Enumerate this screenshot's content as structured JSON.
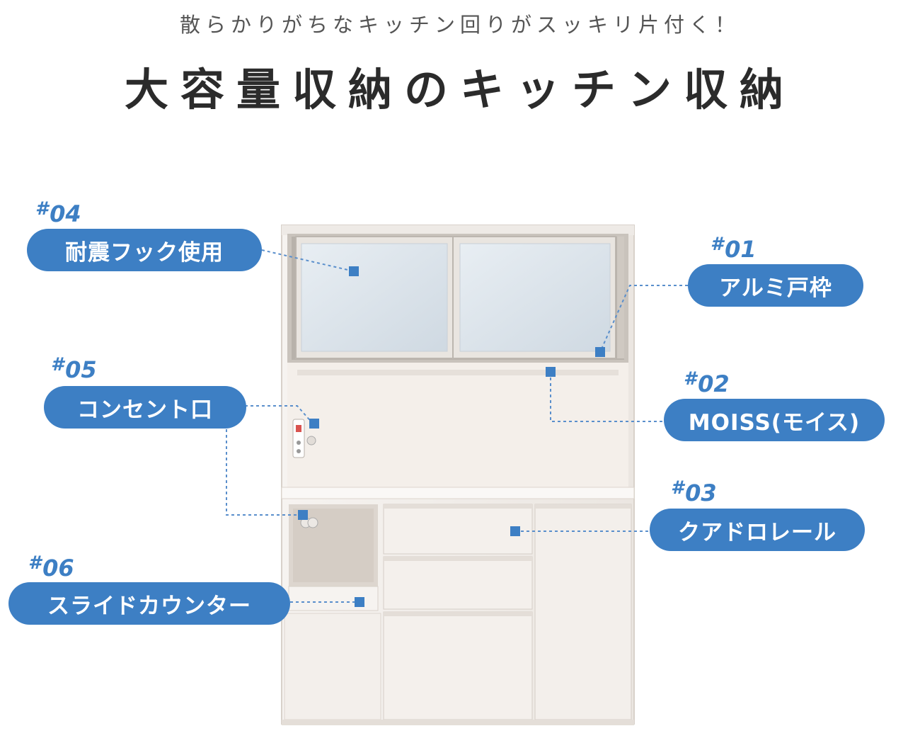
{
  "header": {
    "subtitle": "散らかりがちなキッチン回りがスッキリ片付く！",
    "title": "大容量収納のキッチン収納"
  },
  "colors": {
    "accent": "#3d7fc4",
    "dot_line": "#5a8fcc",
    "cabinet_body": "#f2eeea",
    "cabinet_shade": "#ddd6cf",
    "glass": "#dde5ec",
    "aluminum_frame": "#c9c3bc"
  },
  "callouts": [
    {
      "id": "04",
      "hash": "#",
      "number": "04",
      "label": "耐震フック使用"
    },
    {
      "id": "01",
      "hash": "#",
      "number": "01",
      "label": "アルミ戸枠"
    },
    {
      "id": "05",
      "hash": "#",
      "number": "05",
      "label": "コンセント口"
    },
    {
      "id": "02",
      "hash": "#",
      "number": "02",
      "label": "MOISS(モイス)"
    },
    {
      "id": "03",
      "hash": "#",
      "number": "03",
      "label": "クアドロレール"
    },
    {
      "id": "06",
      "hash": "#",
      "number": "06",
      "label": "スライドカウンター"
    }
  ]
}
